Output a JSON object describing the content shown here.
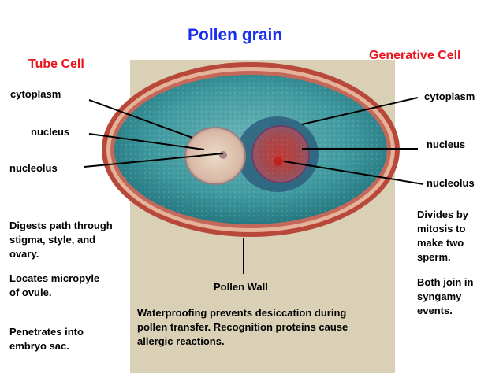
{
  "title": "Pollen grain",
  "tube_cell": {
    "heading": "Tube Cell",
    "labels": {
      "cytoplasm": "cytoplasm",
      "nucleus": "nucleus",
      "nucleolus": "nucleolus"
    },
    "functions": [
      "Digests path through stigma, style, and ovary.",
      "Locates micropyle of ovule.",
      "Penetrates into embryo sac."
    ]
  },
  "generative_cell": {
    "heading": "Generative Cell",
    "labels": {
      "cytoplasm": "cytoplasm",
      "nucleus": "nucleus",
      "nucleolus": "nucleolus"
    },
    "functions": [
      "Divides by mitosis to make two sperm.",
      "Both join in syngamy events."
    ]
  },
  "pollen_wall": {
    "label": "Pollen Wall",
    "description": "Waterproofing prevents desiccation during pollen transfer. Recognition proteins cause allergic reactions."
  }
}
